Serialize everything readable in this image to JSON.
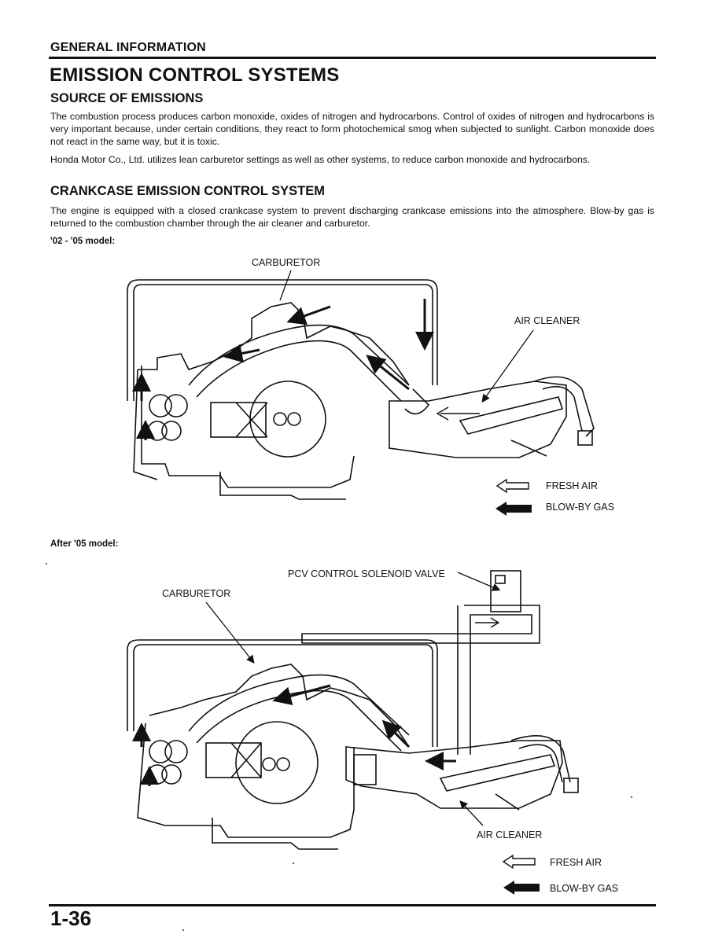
{
  "header": {
    "section": "GENERAL INFORMATION"
  },
  "title": "EMISSION CONTROL SYSTEMS",
  "source": {
    "heading": "SOURCE OF EMISSIONS",
    "p1": "The combustion process produces carbon monoxide, oxides of nitrogen and hydrocarbons. Control of oxides of nitrogen and hydrocarbons is very important because, under certain conditions, they react to form photochemical smog when subjected to sunlight. Carbon monoxide does not react in the same way, but it is toxic.",
    "p2": "Honda Motor Co., Ltd. utilizes lean carburetor settings as well as other systems, to reduce carbon monoxide and hydrocarbons."
  },
  "crankcase": {
    "heading": "CRANKCASE EMISSION CONTROL SYSTEM",
    "p1": "The engine is equipped with a closed crankcase system to prevent discharging crankcase emissions into the atmosphere. Blow-by gas is returned to the combustion chamber through the air cleaner and carburetor."
  },
  "diagram1": {
    "model": "'02 - '05 model:",
    "carburetor": "CARBURETOR",
    "air_cleaner": "AIR CLEANER",
    "legend_fresh": "FRESH AIR",
    "legend_blowby": "BLOW-BY GAS"
  },
  "diagram2": {
    "model": "After '05 model:",
    "pcv": "PCV CONTROL SOLENOID VALVE",
    "carburetor": "CARBURETOR",
    "air_cleaner": "AIR CLEANER",
    "legend_fresh": "FRESH AIR",
    "legend_blowby": "BLOW-BY GAS"
  },
  "footer": {
    "page": "1-36"
  }
}
